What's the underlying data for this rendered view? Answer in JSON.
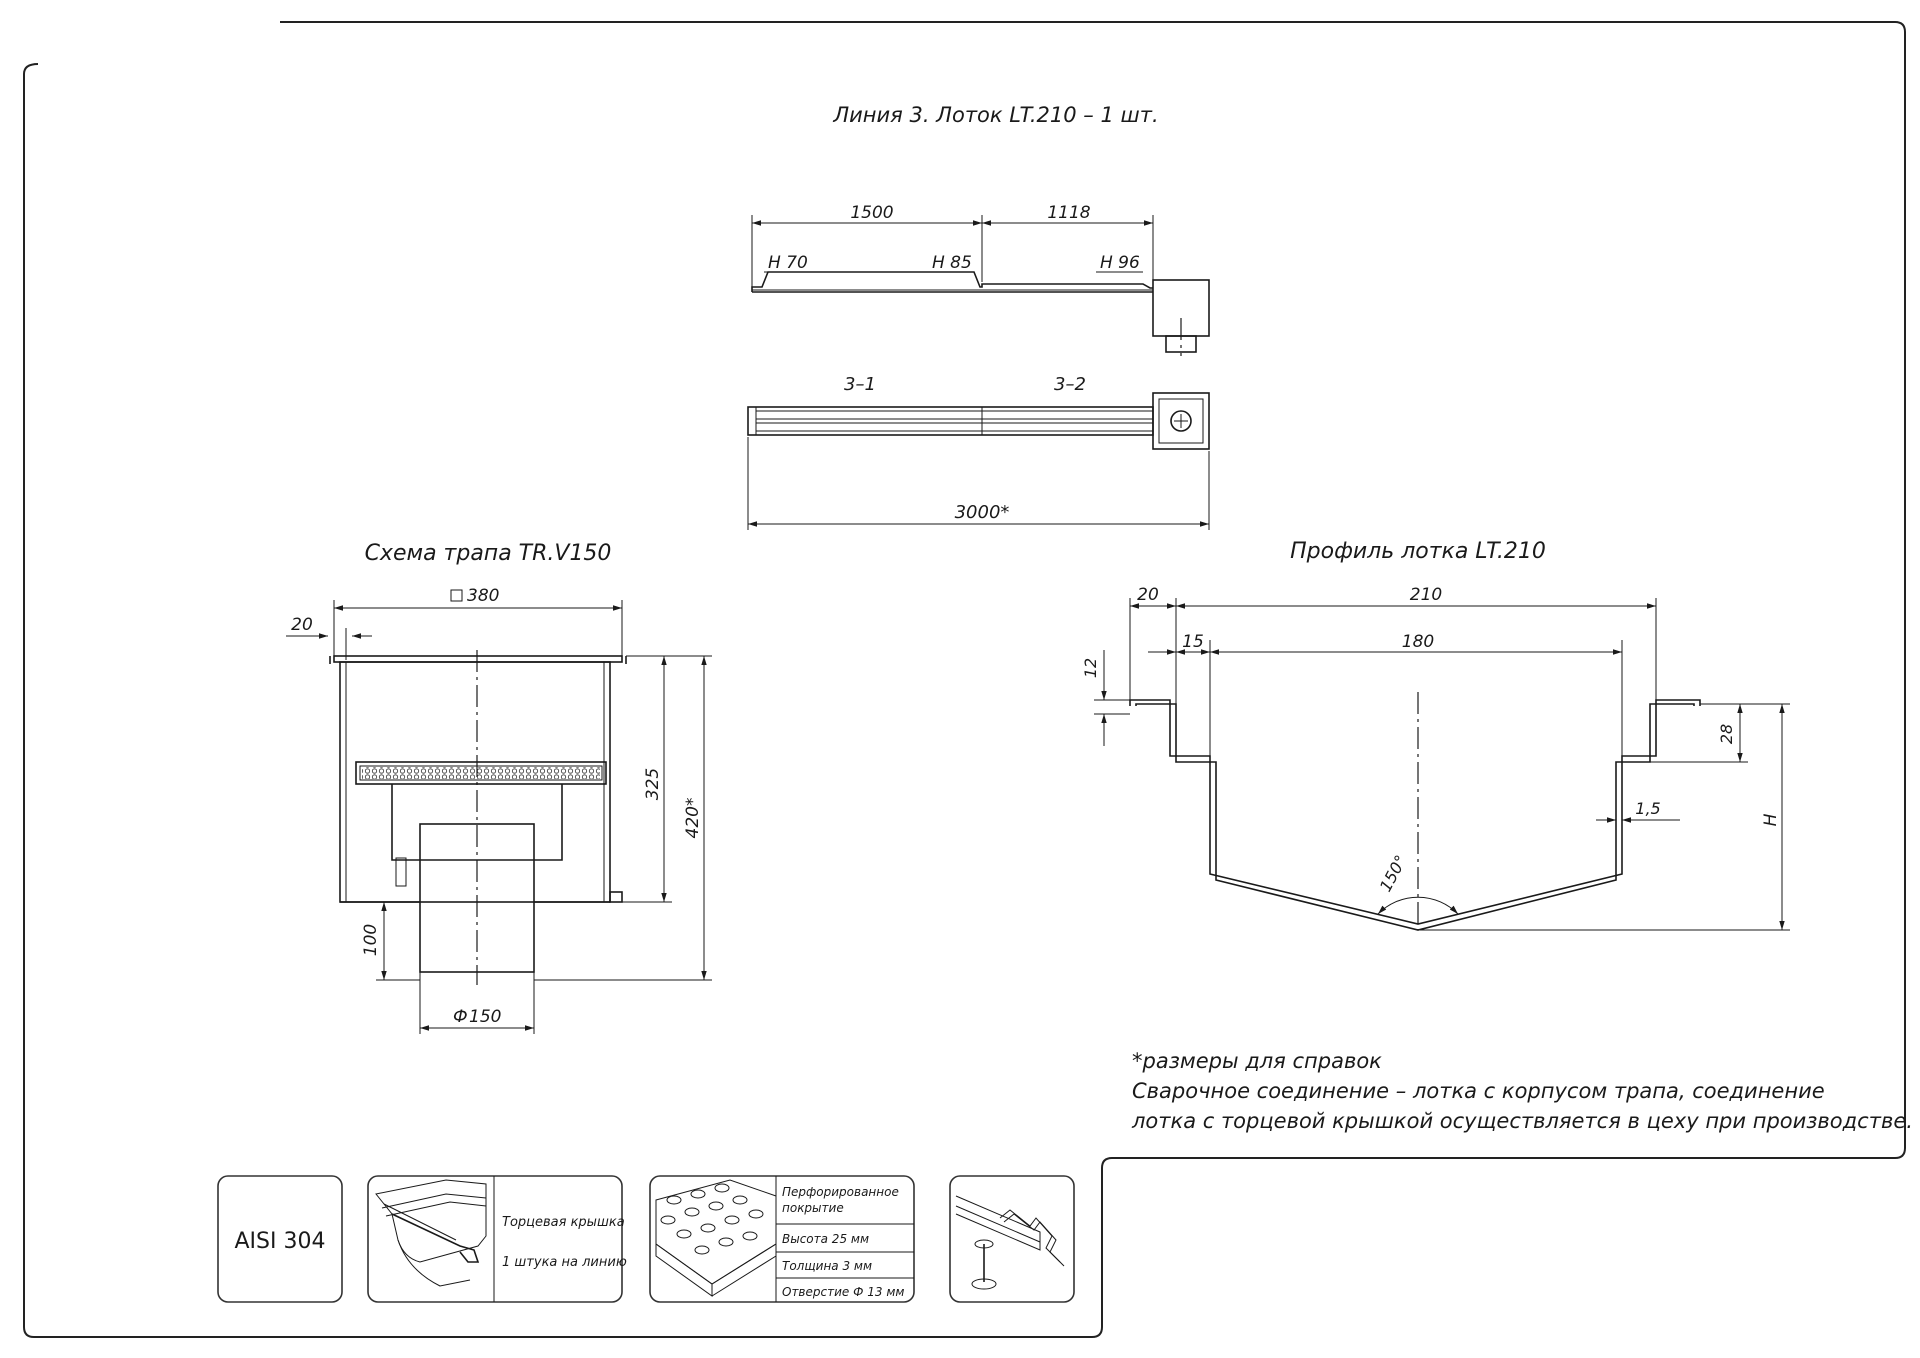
{
  "title": "Линия 3. Лоток LT.210 – 1 шт.",
  "tray_plan": {
    "dims": {
      "segment_1": "1500",
      "segment_2": "1118",
      "total": "3000*"
    },
    "heights": {
      "h1": "H 70",
      "h2": "H 85",
      "h3": "H 96"
    },
    "sections": {
      "s1": "3–1",
      "s2": "3–2"
    }
  },
  "drain": {
    "title": "Схема трапа TR.V150",
    "dims": {
      "width": "380",
      "flange": "20",
      "body_height": "325",
      "total_height": "420*",
      "outlet_height": "100",
      "outlet_diameter": "150"
    },
    "symbols": {
      "square": "□",
      "diameter": "Ф"
    }
  },
  "profile": {
    "title": "Профиль лотка LT.210",
    "dims": {
      "flange": "20",
      "width": "210",
      "step": "15",
      "inner_width": "180",
      "lip": "12",
      "depth": "28",
      "thickness": "1,5",
      "height": "H",
      "angle": "150°"
    }
  },
  "notes": {
    "line1": "*размеры для справок",
    "line2": "Сварочное соединение – лотка с корпусом трапа, соединение",
    "line3": "лотка с торцевой крышкой осуществляется в цеху при производстве."
  },
  "legend": {
    "material": "AISI 304",
    "end_cap": {
      "label": "Торцевая крышка",
      "qty": "1 штука на линию"
    },
    "grating": {
      "header_1": "Перфорированное",
      "header_2": "покрытие",
      "height": "Высота 25 мм",
      "thickness": "Толщина 3 мм",
      "hole": "Отверстие Ф 13 мм"
    }
  }
}
